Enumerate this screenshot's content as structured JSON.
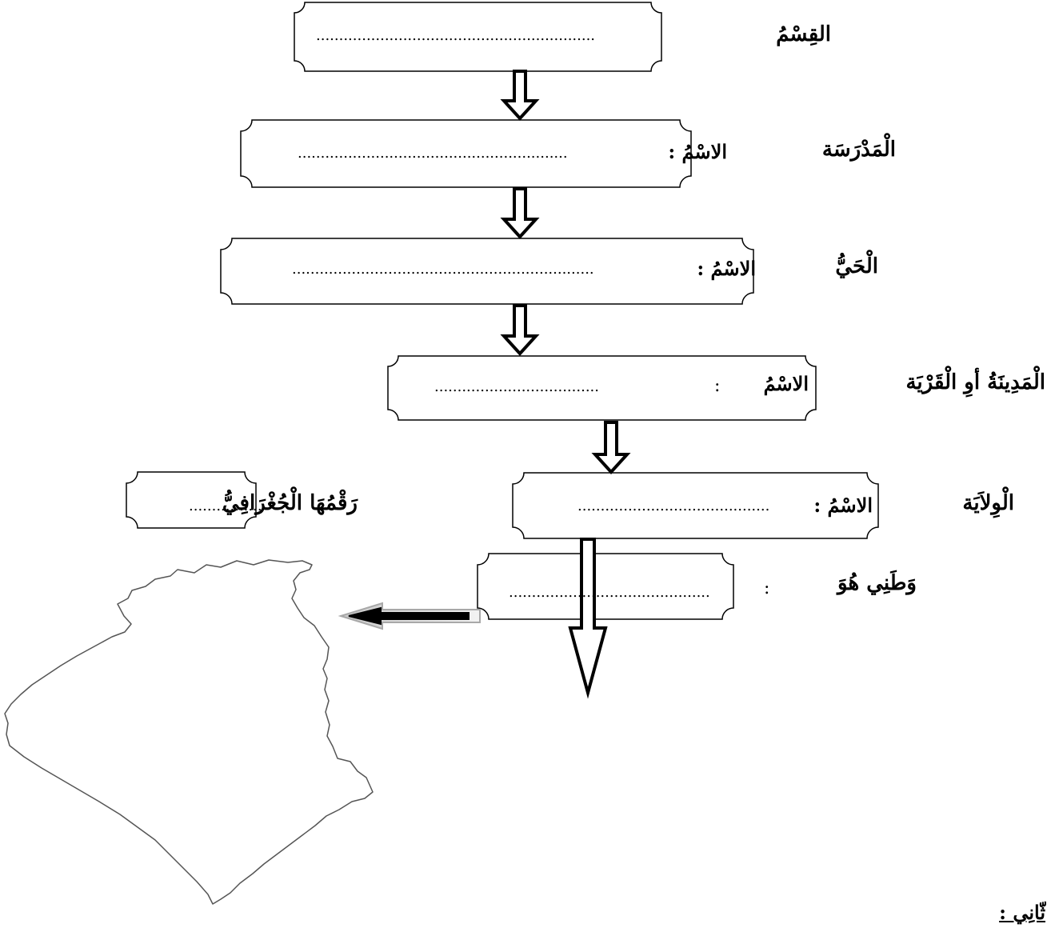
{
  "worksheet": {
    "levels": [
      {
        "key": "section",
        "label": "القِسْمُ",
        "prefix": "",
        "dots": "............................................................."
      },
      {
        "key": "school",
        "label": "الْمَدْرَسَة",
        "prefix": "الاسْمُ :",
        "dots": "..........................................................."
      },
      {
        "key": "district",
        "label": "الْحَيُّ",
        "prefix": "الاسْمُ :",
        "dots": ".................................................................."
      },
      {
        "key": "city",
        "label": "الْمَدِينَةُ أوِ الْقَرْيَة",
        "prefix": "الاسْمُ",
        "colon": ":",
        "dots": "...................................."
      },
      {
        "key": "province",
        "label": "الْوِلاَيَة",
        "prefix": "الاسْمُ :",
        "dots": ".........................................."
      }
    ],
    "geo_number": {
      "label": "رَقْمُهَا الْجُغْرَافِيُّ",
      "dots": "................"
    },
    "homeland": {
      "label": "وَطَنِي هُوَ",
      "colon": ":",
      "dots": "............................................"
    },
    "footer_text": "ثّانِي :"
  }
}
